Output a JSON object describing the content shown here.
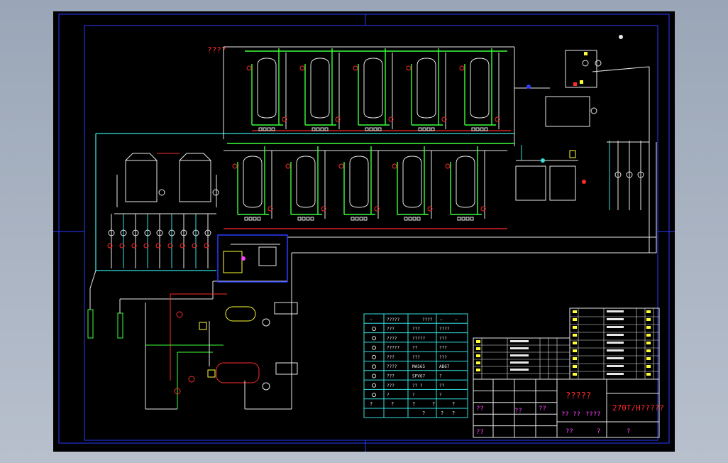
{
  "drawing": {
    "top_label": "????",
    "table_header_row": [
      "—",
      "?????",
      "????",
      "—",
      "—"
    ],
    "table_question": "?",
    "legend_rows": [
      [
        "???",
        "???",
        "????"
      ],
      [
        "????",
        "?????",
        "???"
      ],
      [
        "?????",
        "??",
        "???"
      ],
      [
        "???",
        "???",
        "???"
      ],
      [
        "????",
        "MAS65",
        "AB67"
      ],
      [
        "???",
        "SPV67",
        "?"
      ],
      [
        "???",
        "?? ?",
        "??"
      ],
      [
        "?",
        "?",
        "?"
      ]
    ],
    "title_block": {
      "big_title": "?????",
      "spec": "270T/H?????",
      "q2": "?? ??",
      "q3": "????",
      "q4": "??",
      "q5": "?",
      "q6": "?"
    }
  },
  "colors": {
    "green": "#3cff3c",
    "cyan": "#34e0e0",
    "red": "#ff2a2a",
    "white": "#e8e8e8",
    "blue": "#2a3cff",
    "magenta": "#ff40ff",
    "yellow": "#ffff33"
  }
}
